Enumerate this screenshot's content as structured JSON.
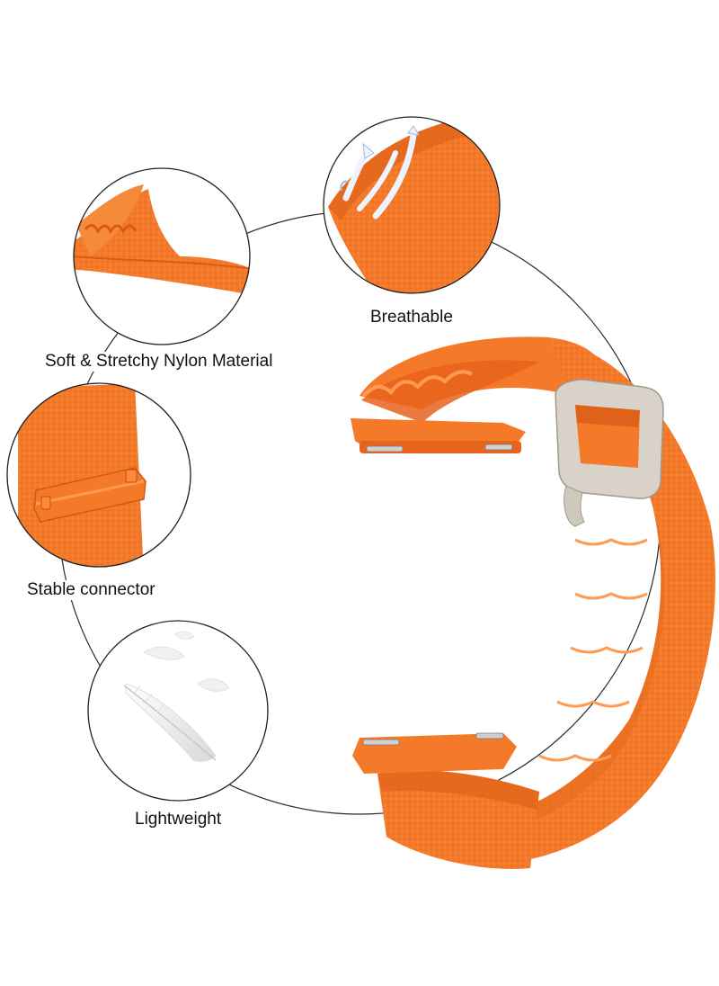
{
  "features": {
    "soft_stretchy": "Soft & Stretchy Nylon Material",
    "breathable": "Breathable",
    "stable_connector": "Stable connector",
    "lightweight": "Lightweight"
  },
  "colors": {
    "strap_orange": "#f47a2a",
    "strap_dark": "#e0621a",
    "strap_light": "#fb9a4e",
    "buckle_metal": "#d8d2c8",
    "outline": "#222222"
  },
  "icons": [
    "airflow-arrows-icon",
    "feather-icon",
    "metal-buckle",
    "spring-bar-pin"
  ]
}
